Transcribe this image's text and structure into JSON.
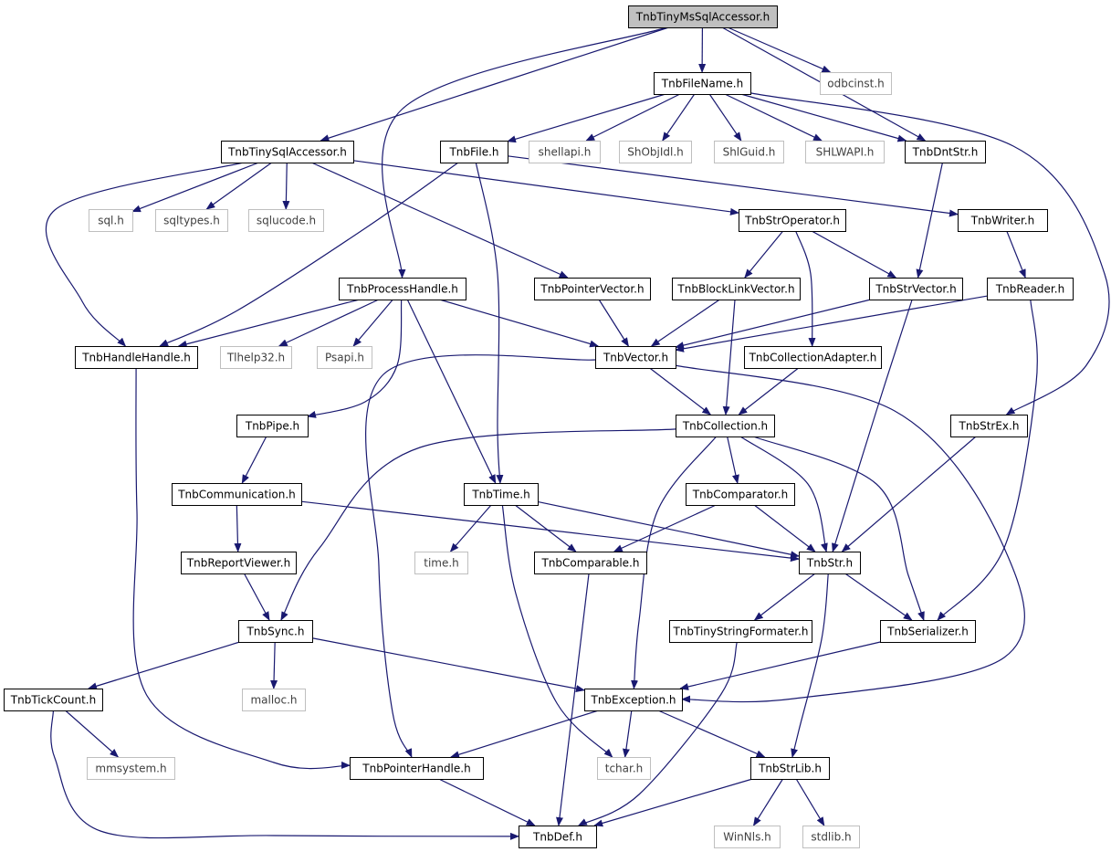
{
  "colors": {
    "edge": "#191970",
    "node_border": "#000000",
    "node_fill": "#ffffff",
    "node_text": "#000000",
    "root_fill": "#c0c0c0",
    "external_border": "#bfbfbf",
    "external_text": "#404040"
  },
  "nodes": [
    {
      "id": "root",
      "label": "TnbTinyMsSqlAccessor.h",
      "kind": "root"
    },
    {
      "id": "odbcinst",
      "label": "odbcinst.h",
      "kind": "external"
    },
    {
      "id": "filename",
      "label": "TnbFileName.h",
      "kind": "file"
    },
    {
      "id": "tinysql",
      "label": "TnbTinySqlAccessor.h",
      "kind": "file"
    },
    {
      "id": "file",
      "label": "TnbFile.h",
      "kind": "file"
    },
    {
      "id": "shellapi",
      "label": "shellapi.h",
      "kind": "external"
    },
    {
      "id": "shobjidl",
      "label": "ShObjIdl.h",
      "kind": "external"
    },
    {
      "id": "shlguid",
      "label": "ShlGuid.h",
      "kind": "external"
    },
    {
      "id": "shlwapi",
      "label": "SHLWAPI.h",
      "kind": "external"
    },
    {
      "id": "dntstr",
      "label": "TnbDntStr.h",
      "kind": "file"
    },
    {
      "id": "sql",
      "label": "sql.h",
      "kind": "external"
    },
    {
      "id": "sqltypes",
      "label": "sqltypes.h",
      "kind": "external"
    },
    {
      "id": "sqlucode",
      "label": "sqlucode.h",
      "kind": "external"
    },
    {
      "id": "stroperator",
      "label": "TnbStrOperator.h",
      "kind": "file"
    },
    {
      "id": "writer",
      "label": "TnbWriter.h",
      "kind": "file"
    },
    {
      "id": "processhandle",
      "label": "TnbProcessHandle.h",
      "kind": "file"
    },
    {
      "id": "pointervector",
      "label": "TnbPointerVector.h",
      "kind": "file"
    },
    {
      "id": "blocklinkvector",
      "label": "TnbBlockLinkVector.h",
      "kind": "file"
    },
    {
      "id": "strvector",
      "label": "TnbStrVector.h",
      "kind": "file"
    },
    {
      "id": "reader",
      "label": "TnbReader.h",
      "kind": "file"
    },
    {
      "id": "handlehandle",
      "label": "TnbHandleHandle.h",
      "kind": "file"
    },
    {
      "id": "tlhelp32",
      "label": "Tlhelp32.h",
      "kind": "external"
    },
    {
      "id": "psapi",
      "label": "Psapi.h",
      "kind": "external"
    },
    {
      "id": "vector",
      "label": "TnbVector.h",
      "kind": "file"
    },
    {
      "id": "collectionadapter",
      "label": "TnbCollectionAdapter.h",
      "kind": "file"
    },
    {
      "id": "pipe",
      "label": "TnbPipe.h",
      "kind": "file"
    },
    {
      "id": "collection",
      "label": "TnbCollection.h",
      "kind": "file"
    },
    {
      "id": "strex",
      "label": "TnbStrEx.h",
      "kind": "file"
    },
    {
      "id": "communication",
      "label": "TnbCommunication.h",
      "kind": "file"
    },
    {
      "id": "time",
      "label": "TnbTime.h",
      "kind": "file"
    },
    {
      "id": "comparator",
      "label": "TnbComparator.h",
      "kind": "file"
    },
    {
      "id": "reportviewer",
      "label": "TnbReportViewer.h",
      "kind": "file"
    },
    {
      "id": "timeh",
      "label": "time.h",
      "kind": "external"
    },
    {
      "id": "comparable",
      "label": "TnbComparable.h",
      "kind": "file"
    },
    {
      "id": "str",
      "label": "TnbStr.h",
      "kind": "file"
    },
    {
      "id": "sync",
      "label": "TnbSync.h",
      "kind": "file"
    },
    {
      "id": "tinystringformater",
      "label": "TnbTinyStringFormater.h",
      "kind": "file"
    },
    {
      "id": "serializer",
      "label": "TnbSerializer.h",
      "kind": "file"
    },
    {
      "id": "tickcount",
      "label": "TnbTickCount.h",
      "kind": "file"
    },
    {
      "id": "malloc",
      "label": "malloc.h",
      "kind": "external"
    },
    {
      "id": "exception",
      "label": "TnbException.h",
      "kind": "file"
    },
    {
      "id": "mmsystem",
      "label": "mmsystem.h",
      "kind": "external"
    },
    {
      "id": "pointerhandle",
      "label": "TnbPointerHandle.h",
      "kind": "file"
    },
    {
      "id": "tchar",
      "label": "tchar.h",
      "kind": "external"
    },
    {
      "id": "strlib",
      "label": "TnbStrLib.h",
      "kind": "file"
    },
    {
      "id": "winnls",
      "label": "WinNls.h",
      "kind": "external"
    },
    {
      "id": "stdlib",
      "label": "stdlib.h",
      "kind": "external"
    },
    {
      "id": "def",
      "label": "TnbDef.h",
      "kind": "file"
    }
  ],
  "edges": [
    [
      "root",
      "odbcinst"
    ],
    [
      "root",
      "filename"
    ],
    [
      "root",
      "tinysql"
    ],
    [
      "root",
      "dntstr"
    ],
    [
      "root",
      "processhandle"
    ],
    [
      "filename",
      "file"
    ],
    [
      "filename",
      "shellapi"
    ],
    [
      "filename",
      "shobjidl"
    ],
    [
      "filename",
      "shlguid"
    ],
    [
      "filename",
      "shlwapi"
    ],
    [
      "filename",
      "dntstr"
    ],
    [
      "filename",
      "strex"
    ],
    [
      "tinysql",
      "sql"
    ],
    [
      "tinysql",
      "sqltypes"
    ],
    [
      "tinysql",
      "sqlucode"
    ],
    [
      "tinysql",
      "stroperator"
    ],
    [
      "tinysql",
      "pointervector"
    ],
    [
      "tinysql",
      "handlehandle"
    ],
    [
      "file",
      "writer"
    ],
    [
      "file",
      "time"
    ],
    [
      "file",
      "handlehandle"
    ],
    [
      "dntstr",
      "strvector"
    ],
    [
      "stroperator",
      "blocklinkvector"
    ],
    [
      "stroperator",
      "strvector"
    ],
    [
      "stroperator",
      "collectionadapter"
    ],
    [
      "writer",
      "reader"
    ],
    [
      "processhandle",
      "handlehandle"
    ],
    [
      "processhandle",
      "tlhelp32"
    ],
    [
      "processhandle",
      "psapi"
    ],
    [
      "processhandle",
      "pipe"
    ],
    [
      "processhandle",
      "vector"
    ],
    [
      "processhandle",
      "time"
    ],
    [
      "pointervector",
      "vector"
    ],
    [
      "blocklinkvector",
      "vector"
    ],
    [
      "blocklinkvector",
      "collection"
    ],
    [
      "strvector",
      "vector"
    ],
    [
      "strvector",
      "str"
    ],
    [
      "reader",
      "vector"
    ],
    [
      "reader",
      "serializer"
    ],
    [
      "handlehandle",
      "pointerhandle"
    ],
    [
      "vector",
      "collection"
    ],
    [
      "vector",
      "pointerhandle"
    ],
    [
      "vector",
      "exception"
    ],
    [
      "collectionadapter",
      "collection"
    ],
    [
      "pipe",
      "communication"
    ],
    [
      "collection",
      "comparator"
    ],
    [
      "collection",
      "str"
    ],
    [
      "collection",
      "serializer"
    ],
    [
      "collection",
      "sync"
    ],
    [
      "collection",
      "exception"
    ],
    [
      "strex",
      "str"
    ],
    [
      "communication",
      "reportviewer"
    ],
    [
      "communication",
      "str"
    ],
    [
      "time",
      "timeh"
    ],
    [
      "time",
      "comparable"
    ],
    [
      "time",
      "str"
    ],
    [
      "time",
      "tchar"
    ],
    [
      "comparator",
      "comparable"
    ],
    [
      "comparator",
      "str"
    ],
    [
      "reportviewer",
      "sync"
    ],
    [
      "comparable",
      "def"
    ],
    [
      "str",
      "tinystringformater"
    ],
    [
      "str",
      "serializer"
    ],
    [
      "str",
      "strlib"
    ],
    [
      "sync",
      "tickcount"
    ],
    [
      "sync",
      "malloc"
    ],
    [
      "sync",
      "exception"
    ],
    [
      "tinystringformater",
      "def"
    ],
    [
      "serializer",
      "exception"
    ],
    [
      "tickcount",
      "mmsystem"
    ],
    [
      "tickcount",
      "def"
    ],
    [
      "exception",
      "pointerhandle"
    ],
    [
      "exception",
      "tchar"
    ],
    [
      "exception",
      "strlib"
    ],
    [
      "pointerhandle",
      "def"
    ],
    [
      "strlib",
      "winnls"
    ],
    [
      "strlib",
      "stdlib"
    ],
    [
      "strlib",
      "def"
    ]
  ]
}
